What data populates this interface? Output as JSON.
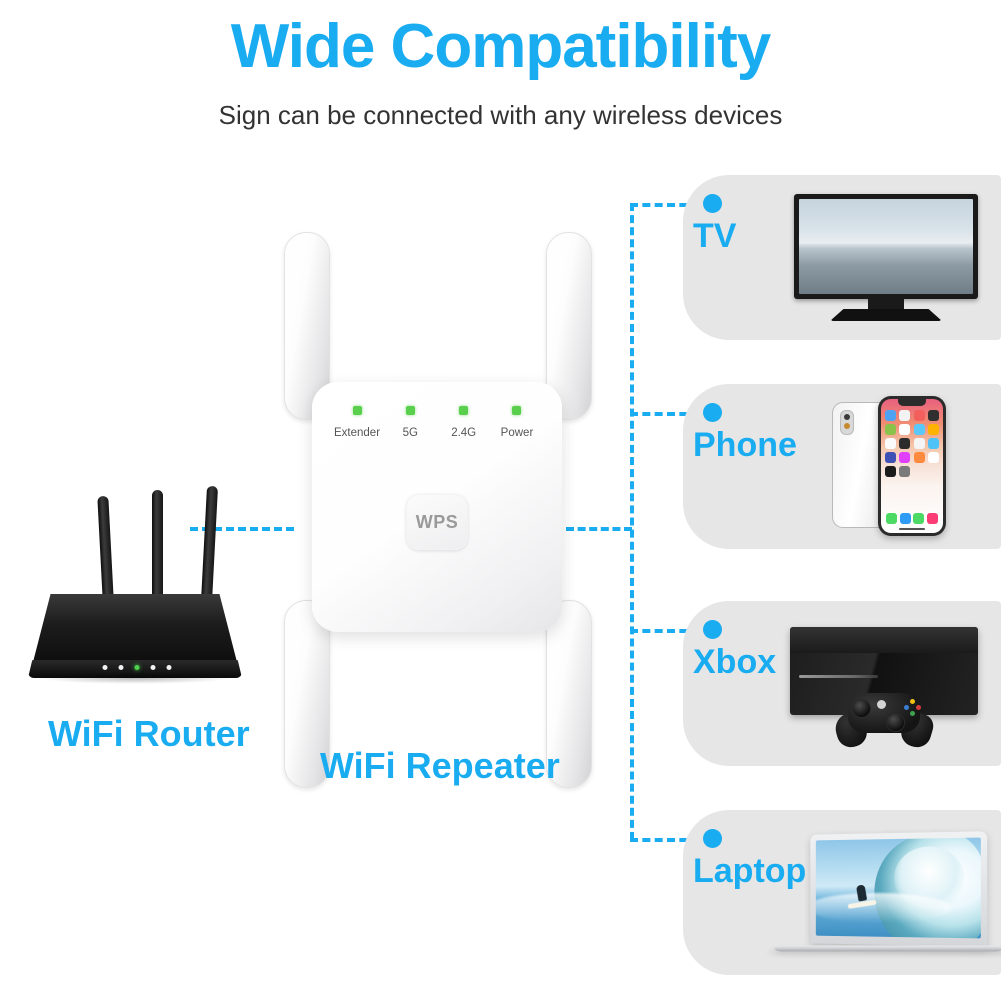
{
  "header": {
    "title": "Wide Compatibility",
    "subtitle": "Sign can be connected with any wireless devices",
    "title_color": "#19ACF0",
    "subtitle_color": "#333333"
  },
  "devices": {
    "router": {
      "label": "WiFi Router",
      "icon": "wifi-router-icon",
      "antenna_count": 3,
      "led_count": 5,
      "active_led_index": 2,
      "active_led_color": "#4CD24C"
    },
    "repeater": {
      "label": "WiFi Repeater",
      "icon": "wifi-repeater-icon",
      "antenna_count": 4,
      "button_label": "WPS",
      "led_color": "#5ACF4D",
      "indicators": [
        {
          "label": "Extender",
          "state": "on"
        },
        {
          "label": "5G",
          "state": "on"
        },
        {
          "label": "2.4G",
          "state": "on"
        },
        {
          "label": "Power",
          "state": "on"
        }
      ]
    }
  },
  "compatible_devices": [
    {
      "label": "TV",
      "icon": "tv-icon"
    },
    {
      "label": "Phone",
      "icon": "smartphone-icon"
    },
    {
      "label": "Xbox",
      "icon": "game-console-icon"
    },
    {
      "label": "Laptop",
      "icon": "laptop-icon"
    }
  ],
  "theme": {
    "accent": "#19ACF0",
    "card_background": "#E6E6E6",
    "page_background": "#FFFFFF"
  }
}
